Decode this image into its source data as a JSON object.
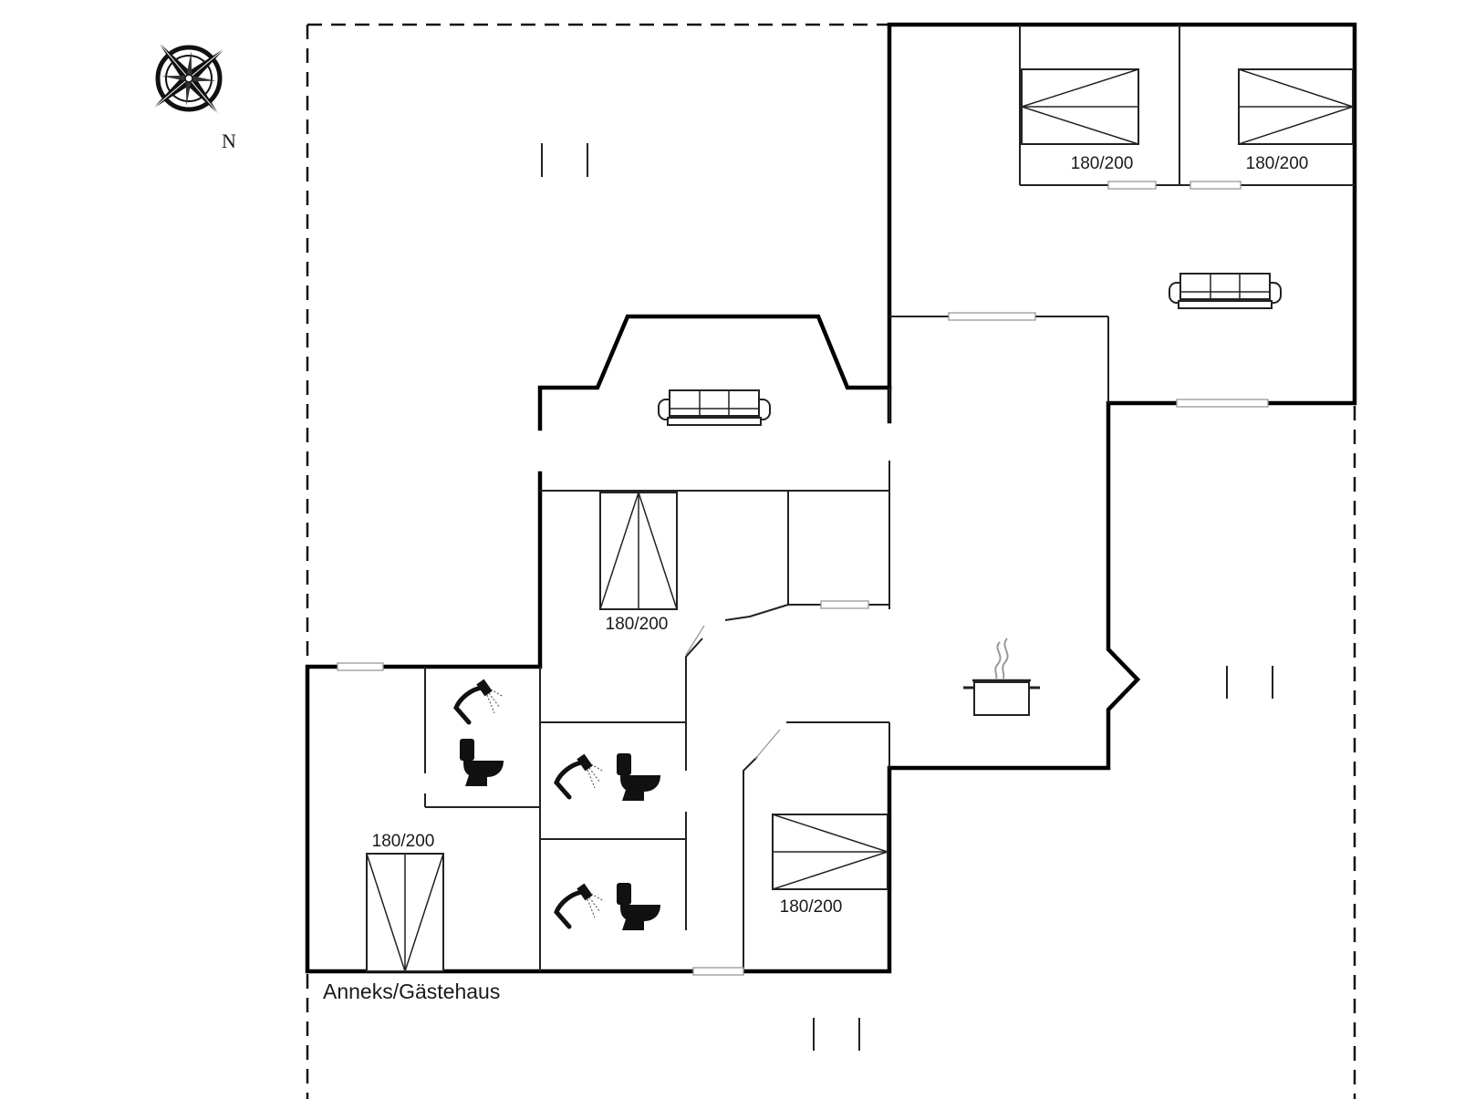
{
  "compass": {
    "north_label": "N",
    "icon": "compass-rose-icon"
  },
  "labels": {
    "annex": "Anneks/Gästehaus"
  },
  "bed_sizes": {
    "bedroom_top_left": "180/200",
    "bedroom_top_right": "180/200",
    "bedroom_center": "180/200",
    "bedroom_annex": "180/200",
    "bedroom_south": "180/200"
  },
  "icons": [
    "compass-rose-icon",
    "sofa-icon",
    "bed-icon",
    "shower-icon",
    "toilet-icon",
    "cooking-pot-icon",
    "terrace-marker-icon"
  ],
  "colors": {
    "wall": "#000000",
    "background": "#ffffff"
  }
}
